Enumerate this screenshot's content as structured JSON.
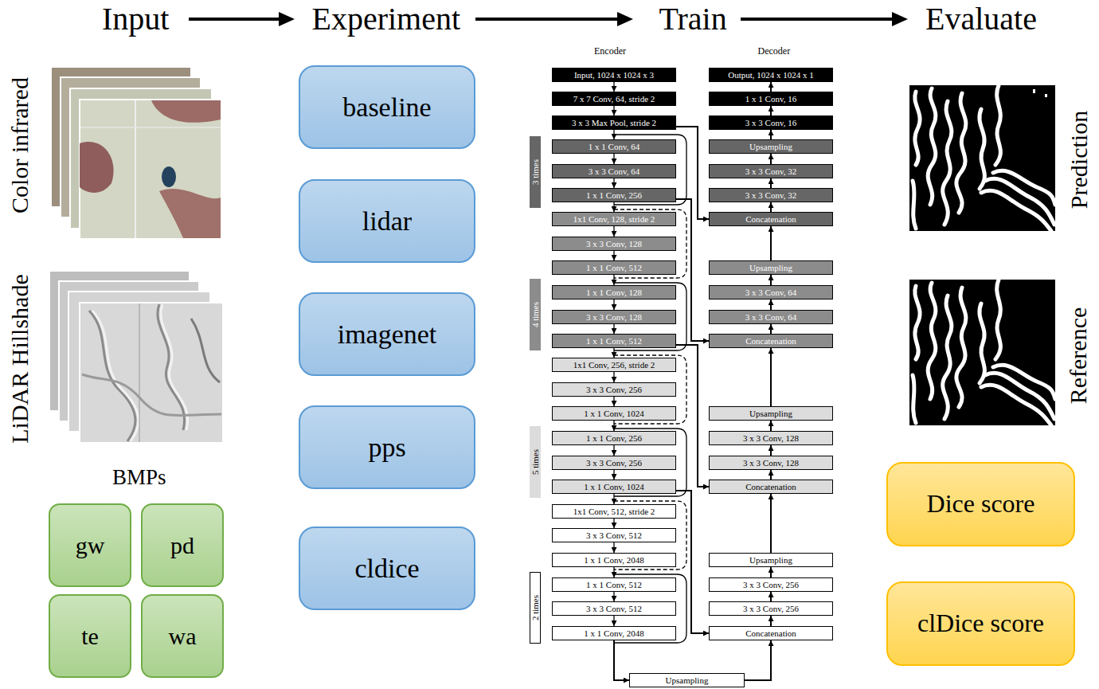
{
  "diagram": {
    "nodes": [
      {
        "text": [
          "gw"
        ]
      },
      {
        "text": [
          "pd"
        ]
      },
      {
        "text": [
          "te"
        ]
      },
      {
        "text": [
          "wa"
        ]
      },
      {
        "text": [
          "baseline"
        ]
      },
      {
        "text": [
          "lidar"
        ]
      },
      {
        "text": [
          "imagenet"
        ]
      },
      {
        "text": [
          "pps"
        ]
      },
      {
        "text": [
          "cldice"
        ]
      },
      {
        "text": [
          "Input, 1024 x 1024 x 3"
        ]
      },
      {
        "text": [
          "7 x 7 Conv, 64, stride 2"
        ]
      },
      {
        "text": [
          "3 x 3 Max Pool, stride 2"
        ]
      },
      {
        "text": [
          "1 x 1 Conv, 64"
        ]
      },
      {
        "text": [
          "3 x 3 Conv, 64"
        ]
      },
      {
        "text": [
          "1 x 1 Conv, 256"
        ]
      },
      {
        "text": [
          "1x1 Conv, 128, stride 2"
        ]
      },
      {
        "text": [
          "3 x 3 Conv, 128"
        ]
      },
      {
        "text": [
          "1 x 1 Conv, 512"
        ]
      },
      {
        "text": [
          "1 x 1 Conv, 128"
        ]
      },
      {
        "text": [
          "3 x 3 Conv, 128"
        ]
      },
      {
        "text": [
          "1 x 1 Conv, 512"
        ]
      },
      {
        "text": [
          "1x1 Conv, 256, stride 2"
        ]
      },
      {
        "text": [
          "3 x 3 Conv, 256"
        ]
      },
      {
        "text": [
          "1 x 1 Conv, 1024"
        ]
      },
      {
        "text": [
          "1 x 1 Conv, 256"
        ]
      },
      {
        "text": [
          "3 x 3 Conv, 256"
        ]
      },
      {
        "text": [
          "1 x 1 Conv, 1024"
        ]
      },
      {
        "text": [
          "1x1 Conv, 512, stride 2"
        ]
      },
      {
        "text": [
          "3 x 3 Conv, 512"
        ]
      },
      {
        "text": [
          "1 x 1 Conv, 2048"
        ]
      },
      {
        "text": [
          "1 x 1 Conv, 512"
        ]
      },
      {
        "text": [
          "3 x 3 Conv, 512"
        ]
      },
      {
        "text": [
          "1 x 1 Conv, 2048"
        ]
      },
      {
        "text": [
          "Output, 1024 x 1024 x 1"
        ]
      },
      {
        "text": [
          "1 x 1 Conv, 16"
        ]
      },
      {
        "text": [
          "3 x 3 Conv, 16"
        ]
      },
      {
        "text": [
          "Upsampling"
        ]
      },
      {
        "text": [
          "3 x 3 Conv, 32"
        ]
      },
      {
        "text": [
          "3 x 3 Conv, 32"
        ]
      },
      {
        "text": [
          "Concatenation"
        ]
      },
      {
        "text": [
          "Upsampling"
        ]
      },
      {
        "text": [
          "3 x 3 Conv, 64"
        ]
      },
      {
        "text": [
          "3 x 3 Conv, 64"
        ]
      },
      {
        "text": [
          "Concatenation"
        ]
      },
      {
        "text": [
          "Upsampling"
        ]
      },
      {
        "text": [
          "3 x 3 Conv, 128"
        ]
      },
      {
        "text": [
          "3 x 3 Conv, 128"
        ]
      },
      {
        "text": [
          "Concatenation"
        ]
      },
      {
        "text": [
          "Upsampling"
        ]
      },
      {
        "text": [
          "3 x 3 Conv, 256"
        ]
      },
      {
        "text": [
          "3 x 3 Conv, 256"
        ]
      },
      {
        "text": [
          "Concatenation"
        ]
      },
      {
        "text": [
          "Upsampling"
        ]
      },
      {
        "text": [
          "Dice score"
        ]
      },
      {
        "text": [
          "clDice score"
        ]
      }
    ],
    "edges": [
      {
        "from": 9,
        "to": 10,
        "arrow": "to"
      },
      {
        "from": 10,
        "to": 11,
        "arrow": "to"
      },
      {
        "from": 11,
        "to": 12,
        "arrow": "to"
      },
      {
        "from": 12,
        "to": 13,
        "arrow": "to"
      },
      {
        "from": 13,
        "to": 14,
        "arrow": "to"
      },
      {
        "from": 14,
        "to": 15,
        "arrow": "to"
      },
      {
        "from": 15,
        "to": 16,
        "arrow": "to"
      },
      {
        "from": 16,
        "to": 17,
        "arrow": "to"
      },
      {
        "from": 17,
        "to": 18,
        "arrow": "to"
      },
      {
        "from": 18,
        "to": 19,
        "arrow": "to"
      },
      {
        "from": 19,
        "to": 20,
        "arrow": "to"
      },
      {
        "from": 20,
        "to": 21,
        "arrow": "to"
      },
      {
        "from": 21,
        "to": 22,
        "arrow": "to"
      },
      {
        "from": 22,
        "to": 23,
        "arrow": "to"
      },
      {
        "from": 23,
        "to": 24,
        "arrow": "to"
      },
      {
        "from": 24,
        "to": 25,
        "arrow": "to"
      },
      {
        "from": 25,
        "to": 26,
        "arrow": "to"
      },
      {
        "from": 26,
        "to": 27,
        "arrow": "to"
      },
      {
        "from": 27,
        "to": 28,
        "arrow": "to"
      },
      {
        "from": 28,
        "to": 29,
        "arrow": "to"
      },
      {
        "from": 29,
        "to": 30,
        "arrow": "to"
      },
      {
        "from": 30,
        "to": 31,
        "arrow": "to"
      },
      {
        "from": 31,
        "to": 32,
        "arrow": "to"
      },
      {
        "from": 34,
        "to": 33,
        "arrow": "to"
      },
      {
        "from": 35,
        "to": 34,
        "arrow": "to"
      },
      {
        "from": 36,
        "to": 35,
        "arrow": "to"
      },
      {
        "from": 37,
        "to": 36,
        "arrow": "to"
      },
      {
        "from": 38,
        "to": 37,
        "arrow": "to"
      },
      {
        "from": 39,
        "to": 38,
        "arrow": "to"
      },
      {
        "from": 40,
        "to": 39,
        "arrow": "to"
      },
      {
        "from": 41,
        "to": 40,
        "arrow": "to"
      },
      {
        "from": 42,
        "to": 41,
        "arrow": "to"
      },
      {
        "from": 43,
        "to": 42,
        "arrow": "to"
      },
      {
        "from": 44,
        "to": 43,
        "arrow": "to"
      },
      {
        "from": 45,
        "to": 44,
        "arrow": "to"
      },
      {
        "from": 46,
        "to": 45,
        "arrow": "to"
      },
      {
        "from": 47,
        "to": 46,
        "arrow": "to"
      },
      {
        "from": 48,
        "to": 47,
        "arrow": "to"
      },
      {
        "from": 49,
        "to": 48,
        "arrow": "to"
      },
      {
        "from": 50,
        "to": 49,
        "arrow": "to"
      },
      {
        "from": 51,
        "to": 50,
        "arrow": "to"
      },
      {
        "from": 11,
        "to": 39,
        "arrow": "to"
      },
      {
        "from": 14,
        "to": 43,
        "arrow": "to"
      },
      {
        "from": 20,
        "to": 47,
        "arrow": "to"
      },
      {
        "from": 26,
        "to": 51,
        "arrow": "to"
      },
      {
        "from": 32,
        "to": 52,
        "arrow": "to"
      },
      {
        "from": 52,
        "to": 51,
        "arrow": "to"
      }
    ],
    "labels": [
      "Input",
      "Experiment",
      "Train",
      "Evaluate",
      "Color infrared",
      "LiDAR Hillshade",
      "BMPs",
      "Encoder",
      "Decoder",
      "3 times",
      "4 times",
      "5 times",
      "2 times",
      "Prediction",
      "Reference"
    ]
  }
}
